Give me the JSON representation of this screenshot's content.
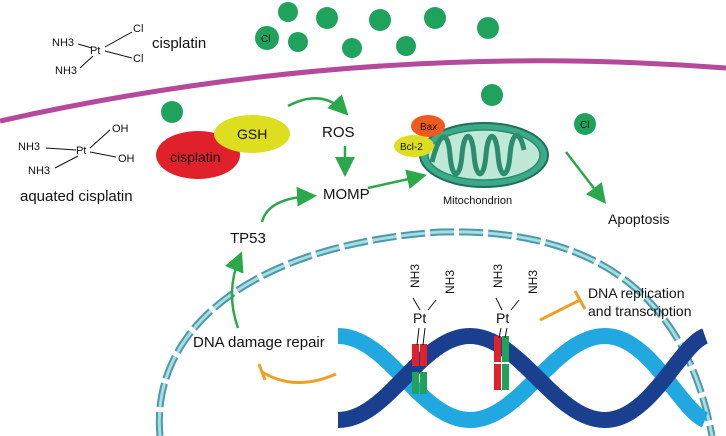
{
  "cisplatin_structure": {
    "nh3_top": "NH3",
    "pt": "Pt",
    "cl_top": "Cl",
    "cl_bottom": "Cl",
    "nh3_bottom": "NH3",
    "name": "cisplatin"
  },
  "ion_label_outside": "Cl",
  "aquated_structure": {
    "nh3_top": "NH3",
    "pt": "Pt",
    "oh_top": "OH",
    "oh_bottom": "OH",
    "nh3_bottom": "NH3",
    "name": "aquated cisplatin"
  },
  "complex": {
    "gsh": "GSH",
    "cisplatin": "cisplatin"
  },
  "ion_label_inside": "Cl",
  "pathway": {
    "ros": "ROS",
    "momp": "MOMP",
    "tp53": "TP53",
    "apoptosis": "Apoptosis",
    "mitochondrion": "Mitochondrion",
    "bax": "Bax",
    "bcl2": "Bcl-2"
  },
  "dna_repair": "DNA damage repair",
  "dna_replication": [
    "DNA replication",
    "and transcription"
  ],
  "adduct_left": {
    "nh3_a": "NH3",
    "nh3_b": "NH3",
    "pt": "Pt"
  },
  "adduct_right": {
    "nh3_a": "NH3",
    "nh3_b": "NH3",
    "pt": "Pt"
  },
  "colors": {
    "membrane": "#b5499b",
    "ion": "#1fa35c",
    "arrow": "#2aa84a",
    "inhibit": "#f0a020",
    "nucleus": "#4a9aa8",
    "cisplatin_red": "#e0202a",
    "gsh_yellow": "#dede20",
    "bax": "#f05a1c",
    "mito": "#3aaa88",
    "dna_dark": "#1a3f8f",
    "dna_light": "#22a8e0"
  }
}
